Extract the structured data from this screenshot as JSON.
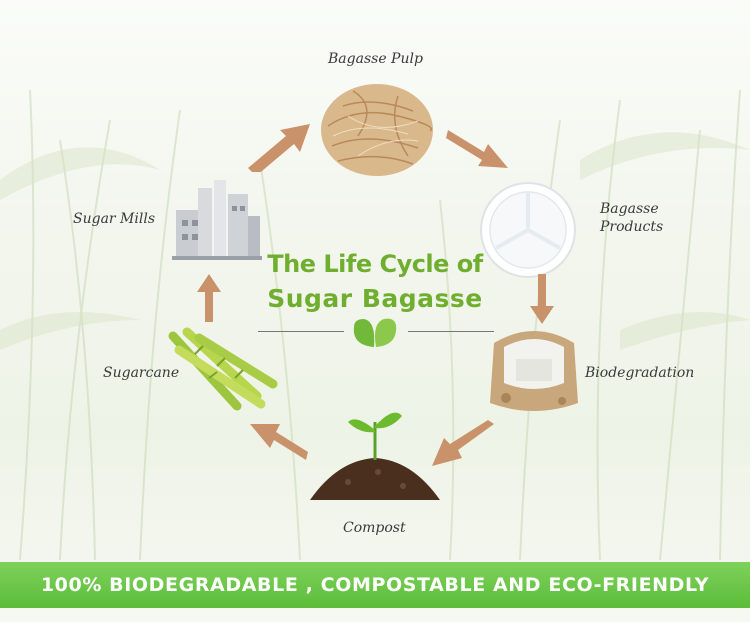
{
  "diagram": {
    "title_line_1": "The Life Cycle of",
    "title_line_2": "Sugar Bagasse",
    "stages": {
      "bagasse_pulp": "Bagasse Pulp",
      "bagasse_products": "Bagasse Products",
      "biodegradation": "Biodegradation",
      "compost": "Compost",
      "sugarcane": "Sugarcane",
      "sugar_mills": "Sugar Mills"
    }
  },
  "banner": {
    "text": "100% BIODEGRADABLE , COMPOSTABLE AND ECO-FRIENDLY"
  },
  "colors": {
    "title_green": "#6fae2e",
    "banner_green": "#5bbd3a",
    "arrow_brown": "#c9926b"
  },
  "icons": [
    "leaf-icon",
    "arrow-icon"
  ]
}
